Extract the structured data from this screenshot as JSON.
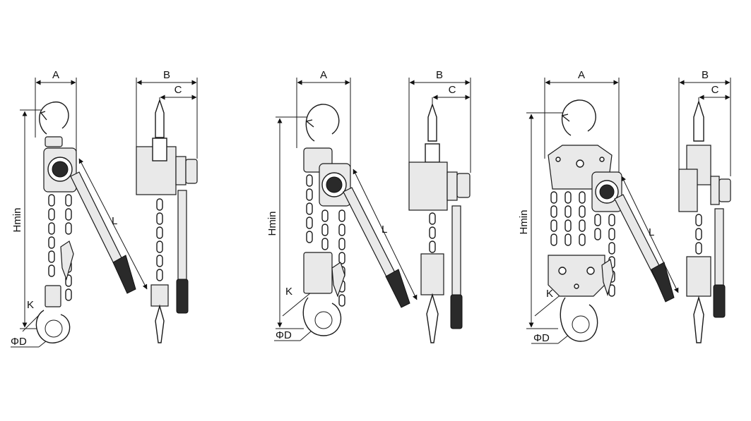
{
  "figures": [
    {
      "name": "single-fall-hoist",
      "labels": {
        "a": "A",
        "b": "B",
        "c": "C",
        "hmin": "Hmin",
        "l": "L",
        "k": "K",
        "d": "ΦD"
      }
    },
    {
      "name": "double-fall-hoist",
      "labels": {
        "a": "A",
        "b": "B",
        "c": "C",
        "hmin": "Hmin",
        "l": "L",
        "k": "K",
        "d": "ΦD"
      }
    },
    {
      "name": "triple-fall-hoist",
      "labels": {
        "a": "A",
        "b": "B",
        "c": "C",
        "hmin": "Hmin",
        "l": "L",
        "k": "K",
        "d": "ΦD"
      }
    }
  ]
}
